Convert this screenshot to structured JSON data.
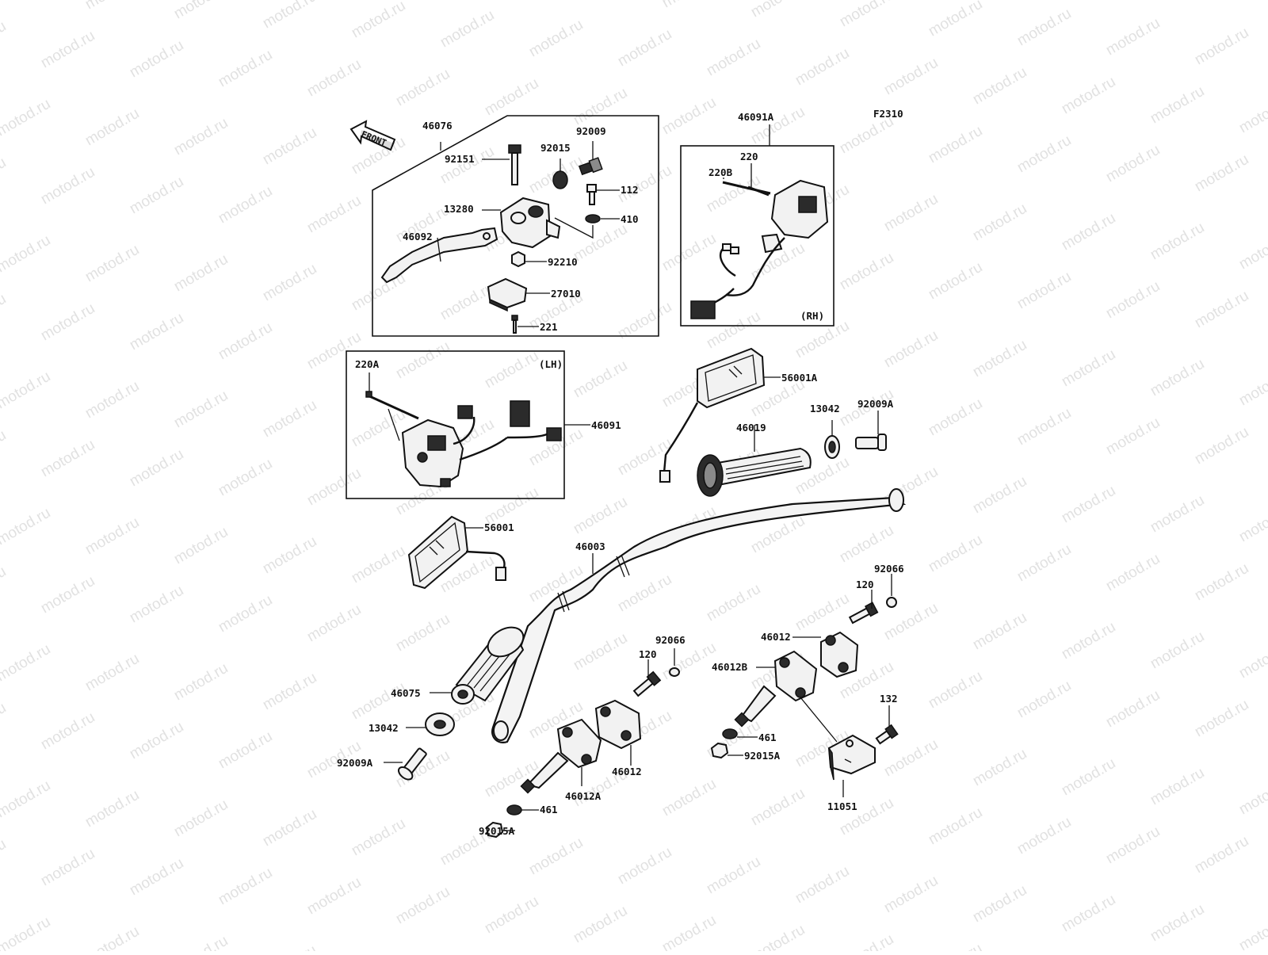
{
  "diagram": {
    "figure_code": "F2310",
    "watermark_text": "motod.ru",
    "front_arrow_label": "FRONT",
    "side_labels": {
      "right_hand": "(RH)",
      "left_hand": "(LH)"
    },
    "part_labels": {
      "p46076": "46076",
      "p92151": "92151",
      "p92009": "92009",
      "p92015": "92015",
      "p112": "112",
      "p13280": "13280",
      "p410": "410",
      "p46092": "46092",
      "p92210": "92210",
      "p27010": "27010",
      "p221": "221",
      "p46091A": "46091A",
      "p220": "220",
      "p220B": "220B",
      "p220A": "220A",
      "p46091": "46091",
      "p56001A": "56001A",
      "p13042_top": "13042",
      "p92009A_top": "92009A",
      "p46019": "46019",
      "p56001": "56001",
      "p46003": "46003",
      "p92066_right": "92066",
      "p120_right": "120",
      "p46012_right": "46012",
      "p46012B": "46012B",
      "p92066_mid": "92066",
      "p120_mid": "120",
      "p46075": "46075",
      "p13042_bottom": "13042",
      "p92009A_bottom": "92009A",
      "p46012_mid": "46012",
      "p46012A": "46012A",
      "p461_left": "461",
      "p92015A_left": "92015A",
      "p461_right": "461",
      "p92015A_right": "92015A",
      "p132": "132",
      "p11051": "11051"
    }
  }
}
